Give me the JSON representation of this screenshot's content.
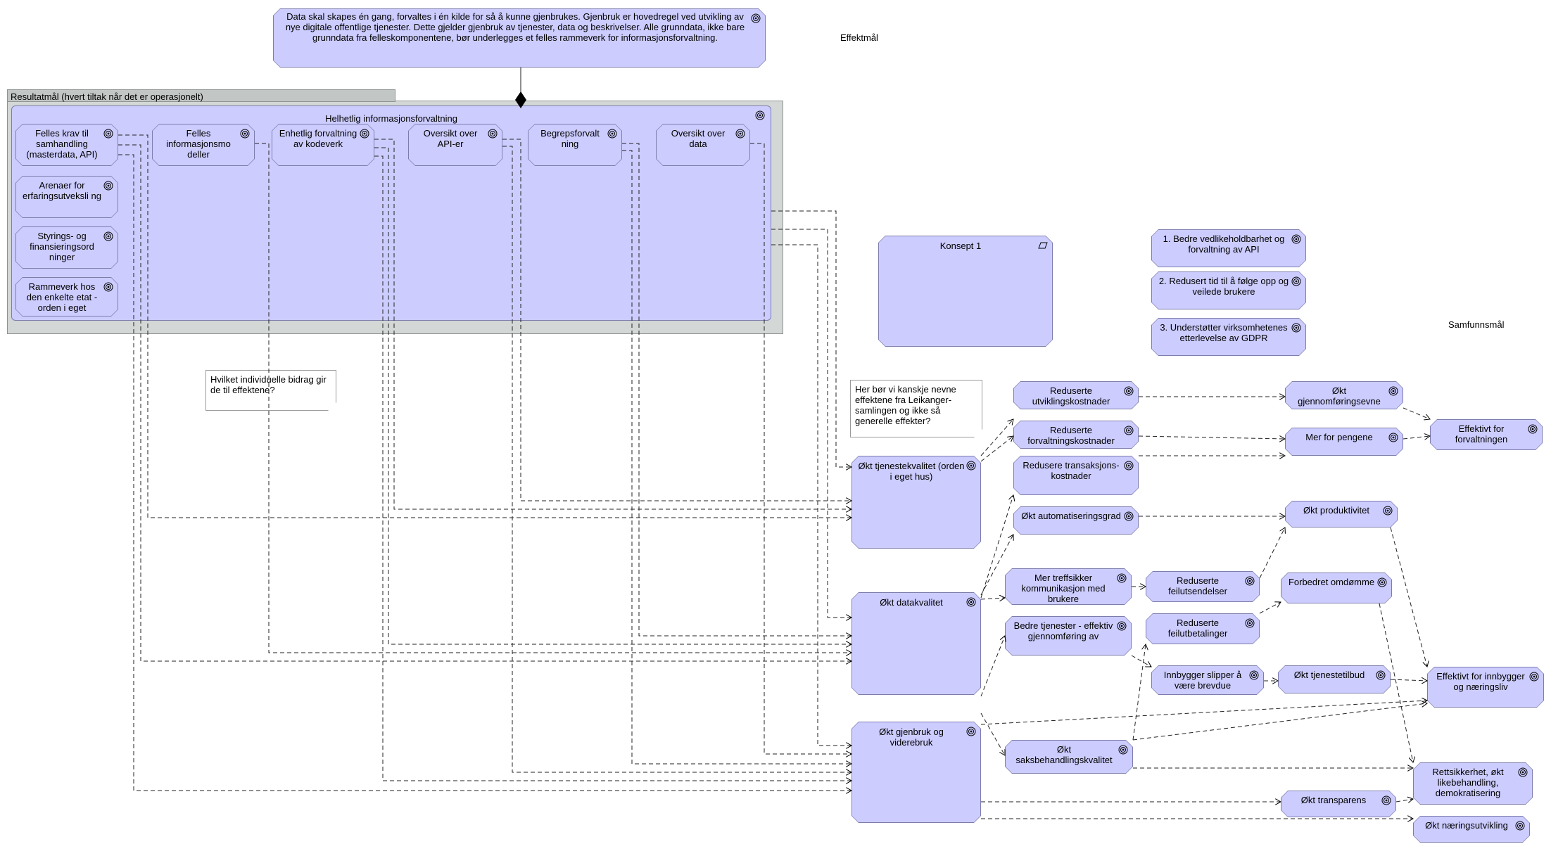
{
  "labels": {
    "effektmal": "Effektmål",
    "samfunnsmal": "Samfunnsmål",
    "resultatmal": "Resultatmål (hvert tiltak når det er operasjonelt)",
    "helhetlig": "Helhetlig informasjonsforvaltning"
  },
  "principle": "Data skal skapes én gang, forvaltes i én kilde for så å kunne gjenbrukes. Gjenbruk er hovedregel ved utvikling av nye digitale offentlige tjenester. Dette gjelder gjenbruk av tjenester, data og beskrivelser.  Alle grunndata, ikke bare grunndata fra felleskomponentene,  bør underlegges et felles rammeverk for informasjonsforvaltning.",
  "inner": {
    "felles_krav": "Felles krav til samhandling (masterdata, API)",
    "felles_info": "Felles informasjonsmo deller",
    "enhetlig": "Enhetlig forvaltning av kodeverk",
    "oversikt_api": "Oversikt over API-er",
    "begrep": "Begrepsforvalt ning",
    "oversikt_data": "Oversikt over data",
    "arenaer": "Arenaer for erfaringsutveksli ng",
    "styring": "Styrings- og finansieringsord ninger",
    "rammeverk": "Rammeverk hos den enkelte etat - orden i eget"
  },
  "notes": {
    "individuelle": "Hvilket individuelle bidrag gir de til effektene?",
    "leikanger": "Her bør vi kanskje nevne effektene fra Leikanger-samlingen og ikke så generelle effekter?"
  },
  "konsept": "Konsept 1",
  "numbered": {
    "n1": "1. Bedre vedlikeholdbarhet og forvaltning av API",
    "n2": "2. Redusert tid til å følge opp og veilede brukere",
    "n3": "3. Understøtter virksomhetenes etterlevelse av GDPR"
  },
  "effects": {
    "tjenestekvalitet": "Økt tjenestekvalitet (orden i eget hus)",
    "datakvalitet": "Økt datakvalitet",
    "gjenbruk": "Økt gjenbruk og viderebruk",
    "utvikling": "Reduserte utviklingskostnader",
    "forvaltning": "Reduserte forvaltningskostnader",
    "transaksjon": "Redusere transaksjons-kostnader",
    "automatisering": "Økt automatiseringsgrad",
    "treffsikker": "Mer treffsikker kommunikasjon med brukere",
    "bedre_tjenester": "Bedre tjenester - effektiv gjennomføring av",
    "saksbehandling": "Økt saksbehandlingskvalitet",
    "feilutsendelser": "Reduserte feilutsendelser",
    "feilutbetalinger": "Reduserte feilutbetalinger",
    "brevdue": "Innbygger slipper å være brevdue",
    "gjennomforing": "Økt gjennomføringsevne",
    "pengene": "Mer for pengene",
    "produktivitet": "Økt produktivitet",
    "omdomme": "Forbedret omdømme",
    "tjenestetilbud": "Økt tjenestetilbud",
    "transparens": "Økt transparens",
    "eff_forvaltningen": "Effektivt for forvaltningen",
    "eff_innbygger": "Effektivt for innbygger og næringsliv",
    "rettssikkerhet": "Rettsikkerhet, økt likebehandling, demokratisering",
    "naeringsutvikling": "Økt næringsutvikling"
  }
}
